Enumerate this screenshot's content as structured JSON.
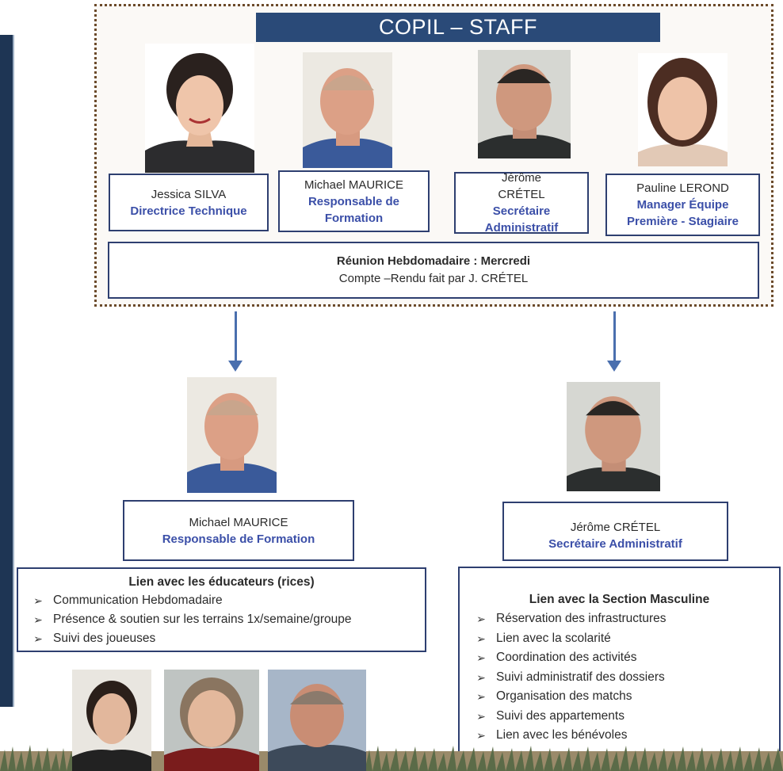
{
  "copil": {
    "banner": "COPIL – STAFF",
    "members": [
      {
        "name": "Jessica SILVA",
        "role": "Directrice Technique"
      },
      {
        "name": "Michael MAURICE",
        "role": "Responsable de Formation"
      },
      {
        "name": "Jérôme CRÉTEL",
        "role": "Secrétaire Administratif"
      },
      {
        "name": "Pauline LEROND",
        "role": "Manager Équipe Première - Stagiaire"
      }
    ],
    "meeting": {
      "line1": "Réunion Hebdomadaire : Mercredi",
      "line2": "Compte –Rendu fait par J. CRÉTEL"
    }
  },
  "left_branch": {
    "name": "Michael MAURICE",
    "role": "Responsable de Formation",
    "panel_title": "Lien avec les éducateurs (rices)",
    "items": [
      "Communication Hebdomadaire",
      "Présence & soutien sur les terrains 1x/semaine/groupe",
      "Suivi des joueuses"
    ]
  },
  "right_branch": {
    "name": "Jérôme CRÉTEL",
    "role": "Secrétaire Administratif",
    "panel_title": "Lien avec la Section Masculine",
    "items": [
      "Réservation des infrastructures",
      "Lien avec la scolarité",
      "Coordination des activités",
      "Suivi administratif des dossiers",
      "Organisation des matchs",
      "Suivi des appartements",
      "Lien avec les bénévoles"
    ]
  },
  "bullet_glyph": "➢",
  "colors": {
    "banner_bg": "#2a4a78",
    "card_border": "#2e3f70",
    "role_text": "#3b4fa8",
    "arrow": "#4a6fae",
    "copil_border": "#6b4a2a"
  }
}
